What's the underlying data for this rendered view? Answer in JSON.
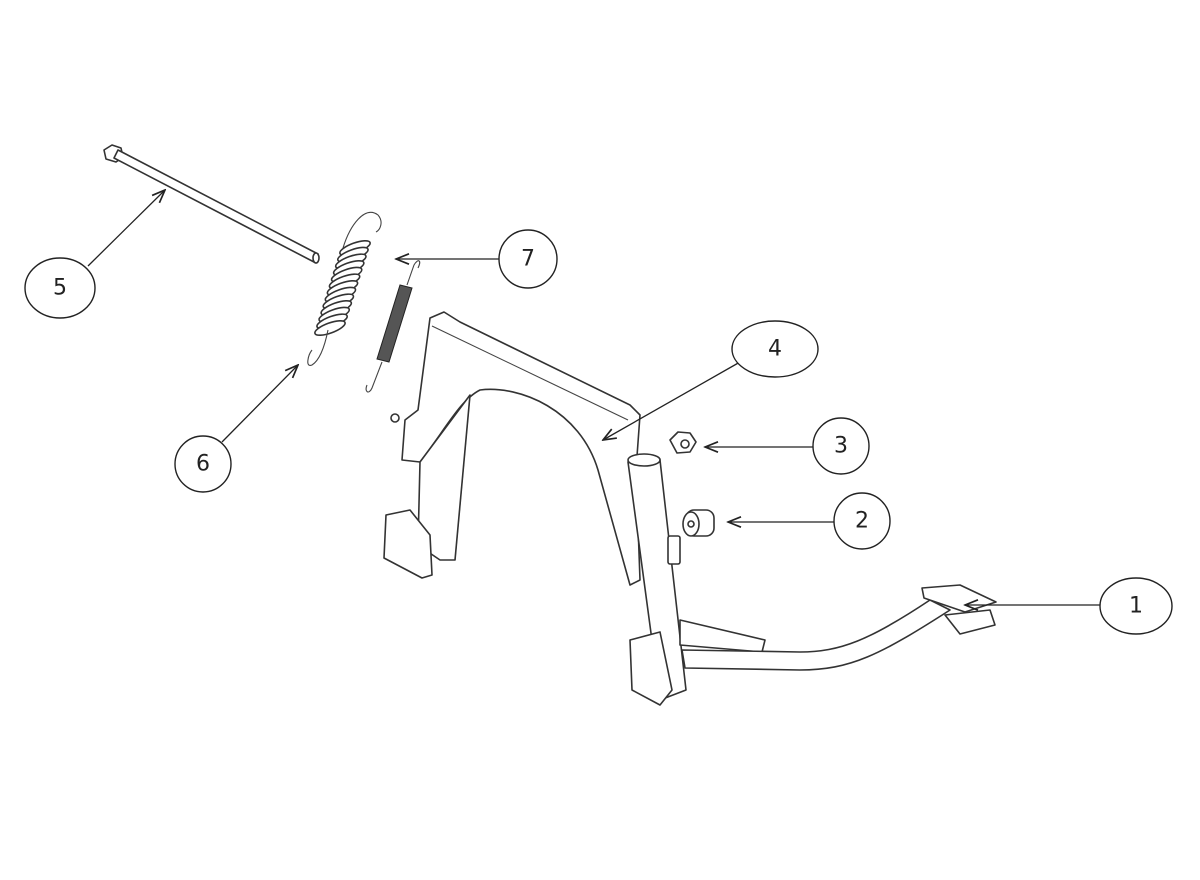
{
  "diagram": {
    "type": "exploded-parts-diagram",
    "callouts": [
      {
        "label": "1"
      },
      {
        "label": "2"
      },
      {
        "label": "3"
      },
      {
        "label": "4"
      },
      {
        "label": "5"
      },
      {
        "label": "6"
      },
      {
        "label": "7"
      }
    ]
  }
}
